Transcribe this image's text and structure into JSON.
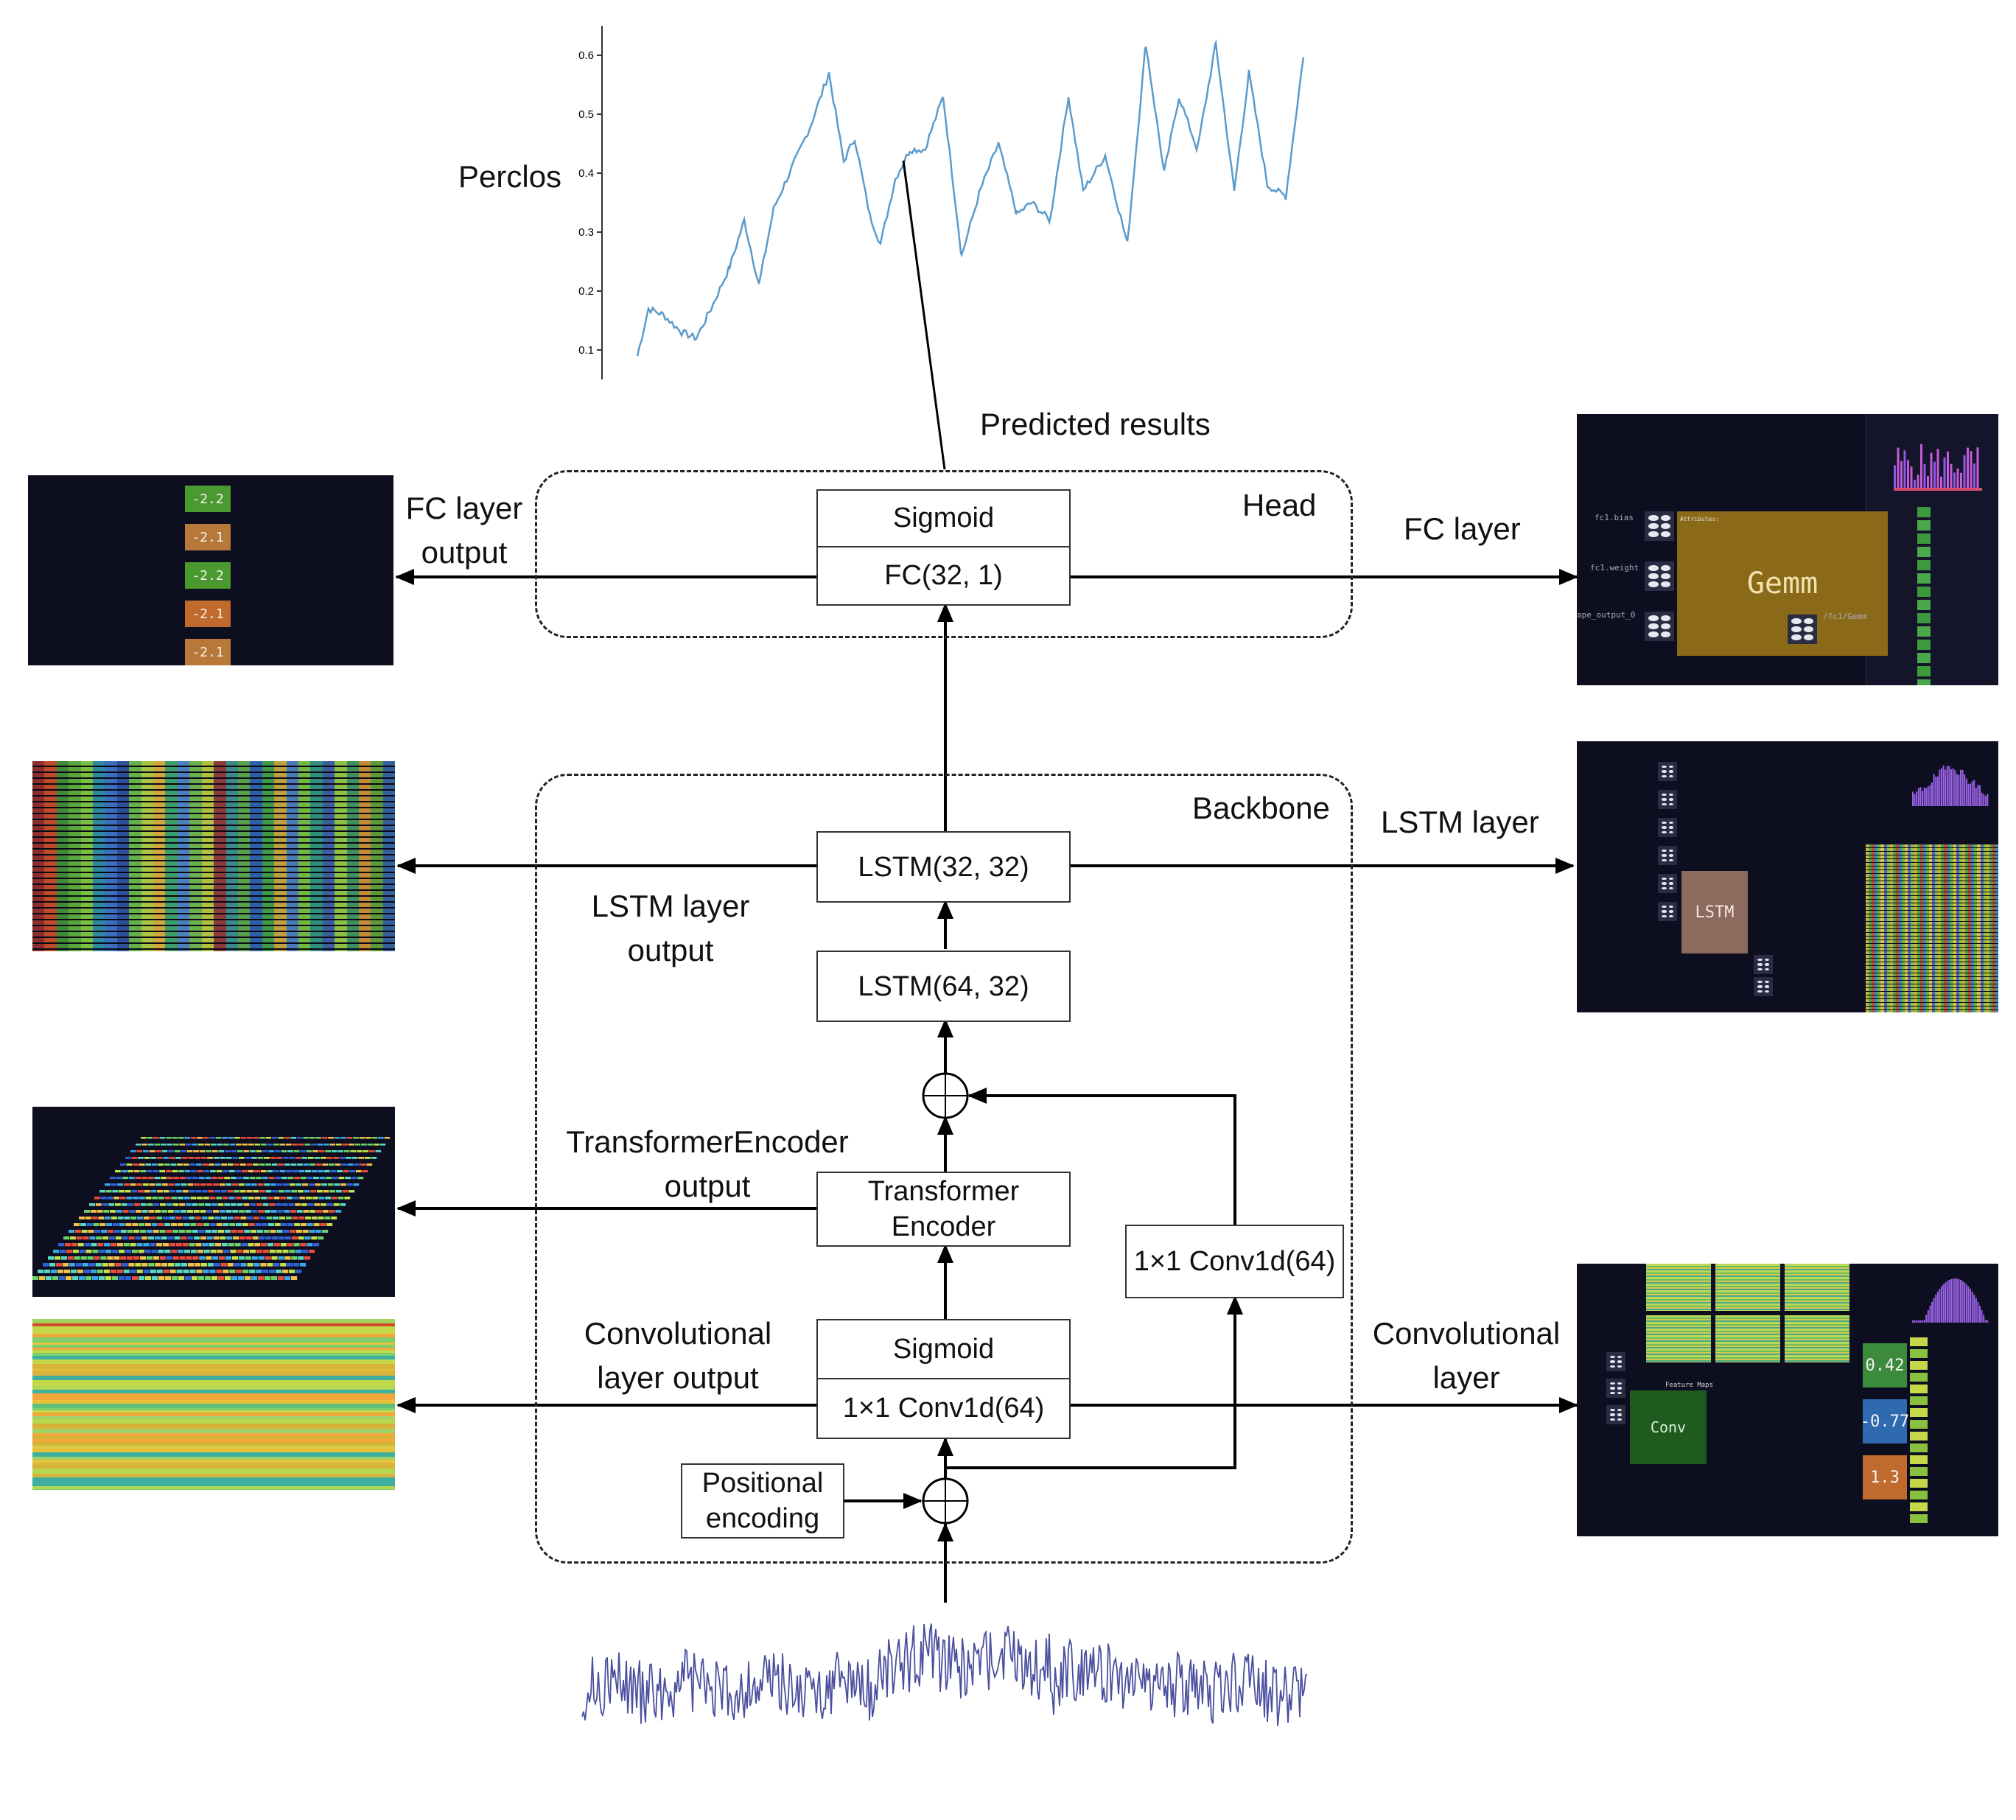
{
  "chart": {
    "ylabel": "Perclos",
    "yticks": [
      "0.6",
      "0.5",
      "0.4",
      "0.3",
      "0.2",
      "0.1"
    ]
  },
  "labels": {
    "predicted": "Predicted results",
    "head": "Head",
    "backbone": "Backbone",
    "fc_output_1": "FC layer",
    "fc_output_2": "output",
    "fc_layer": "FC layer",
    "lstm_layer": "LSTM layer",
    "lstm_output_1": "LSTM layer",
    "lstm_output_2": "output",
    "tenc_output_1": "TransformerEncoder",
    "tenc_output_2": "output",
    "conv_output_1": "Convolutional",
    "conv_output_2": "layer output",
    "conv_layer_1": "Convolutional",
    "conv_layer_2": "layer"
  },
  "blocks": {
    "head_sigmoid": "Sigmoid",
    "head_fc": "FC(32, 1)",
    "lstm2": "LSTM(32, 32)",
    "lstm1": "LSTM(64, 32)",
    "tenc_1": "Transformer",
    "tenc_2": "Encoder",
    "conv_sigmoid": "Sigmoid",
    "conv": "1×1 Conv1d(64)",
    "skip_conv": "1×1 Conv1d(64)",
    "pos_1": "Positional",
    "pos_2": "encoding"
  },
  "fc_values": [
    "-2.2",
    "-2.1",
    "-2.2",
    "-2.1",
    "-2.1"
  ],
  "panels": {
    "gemm_node": "Gemm",
    "gemm_in1": "fc1.bias",
    "gemm_in2": "fc1.weight",
    "gemm_in3": "ape_output_0",
    "gemm_out": "/fc1/Gemm",
    "gemm_attr": "Attributes:",
    "lstm_node": "LSTM",
    "conv_node": "Conv",
    "conv_fm": "Feature Maps",
    "conv_values": [
      "0.42",
      "-0.77",
      "1.3"
    ]
  }
}
